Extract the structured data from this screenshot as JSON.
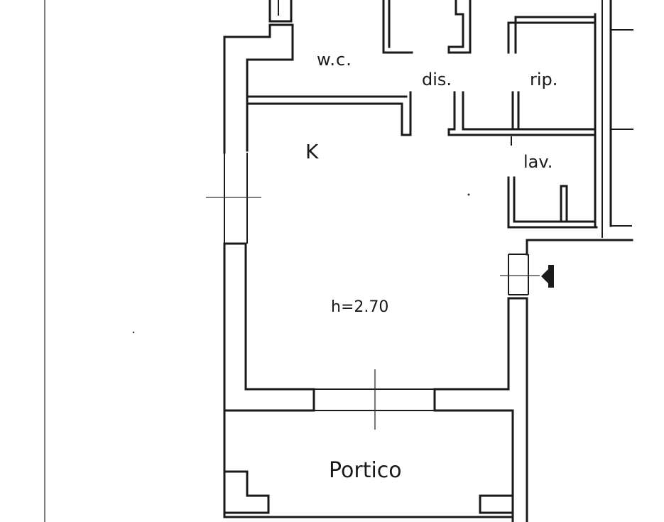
{
  "rooms": {
    "wc": "w.c.",
    "dis": "dis.",
    "rip": "rip.",
    "kitchen": "K",
    "lav": "lav.",
    "height": "h=2.70",
    "portico": "Portico"
  },
  "colors": {
    "ink": "#1a1a1a",
    "background": "#ffffff"
  },
  "icons": {
    "entrance": "entrance-arrow-icon"
  }
}
